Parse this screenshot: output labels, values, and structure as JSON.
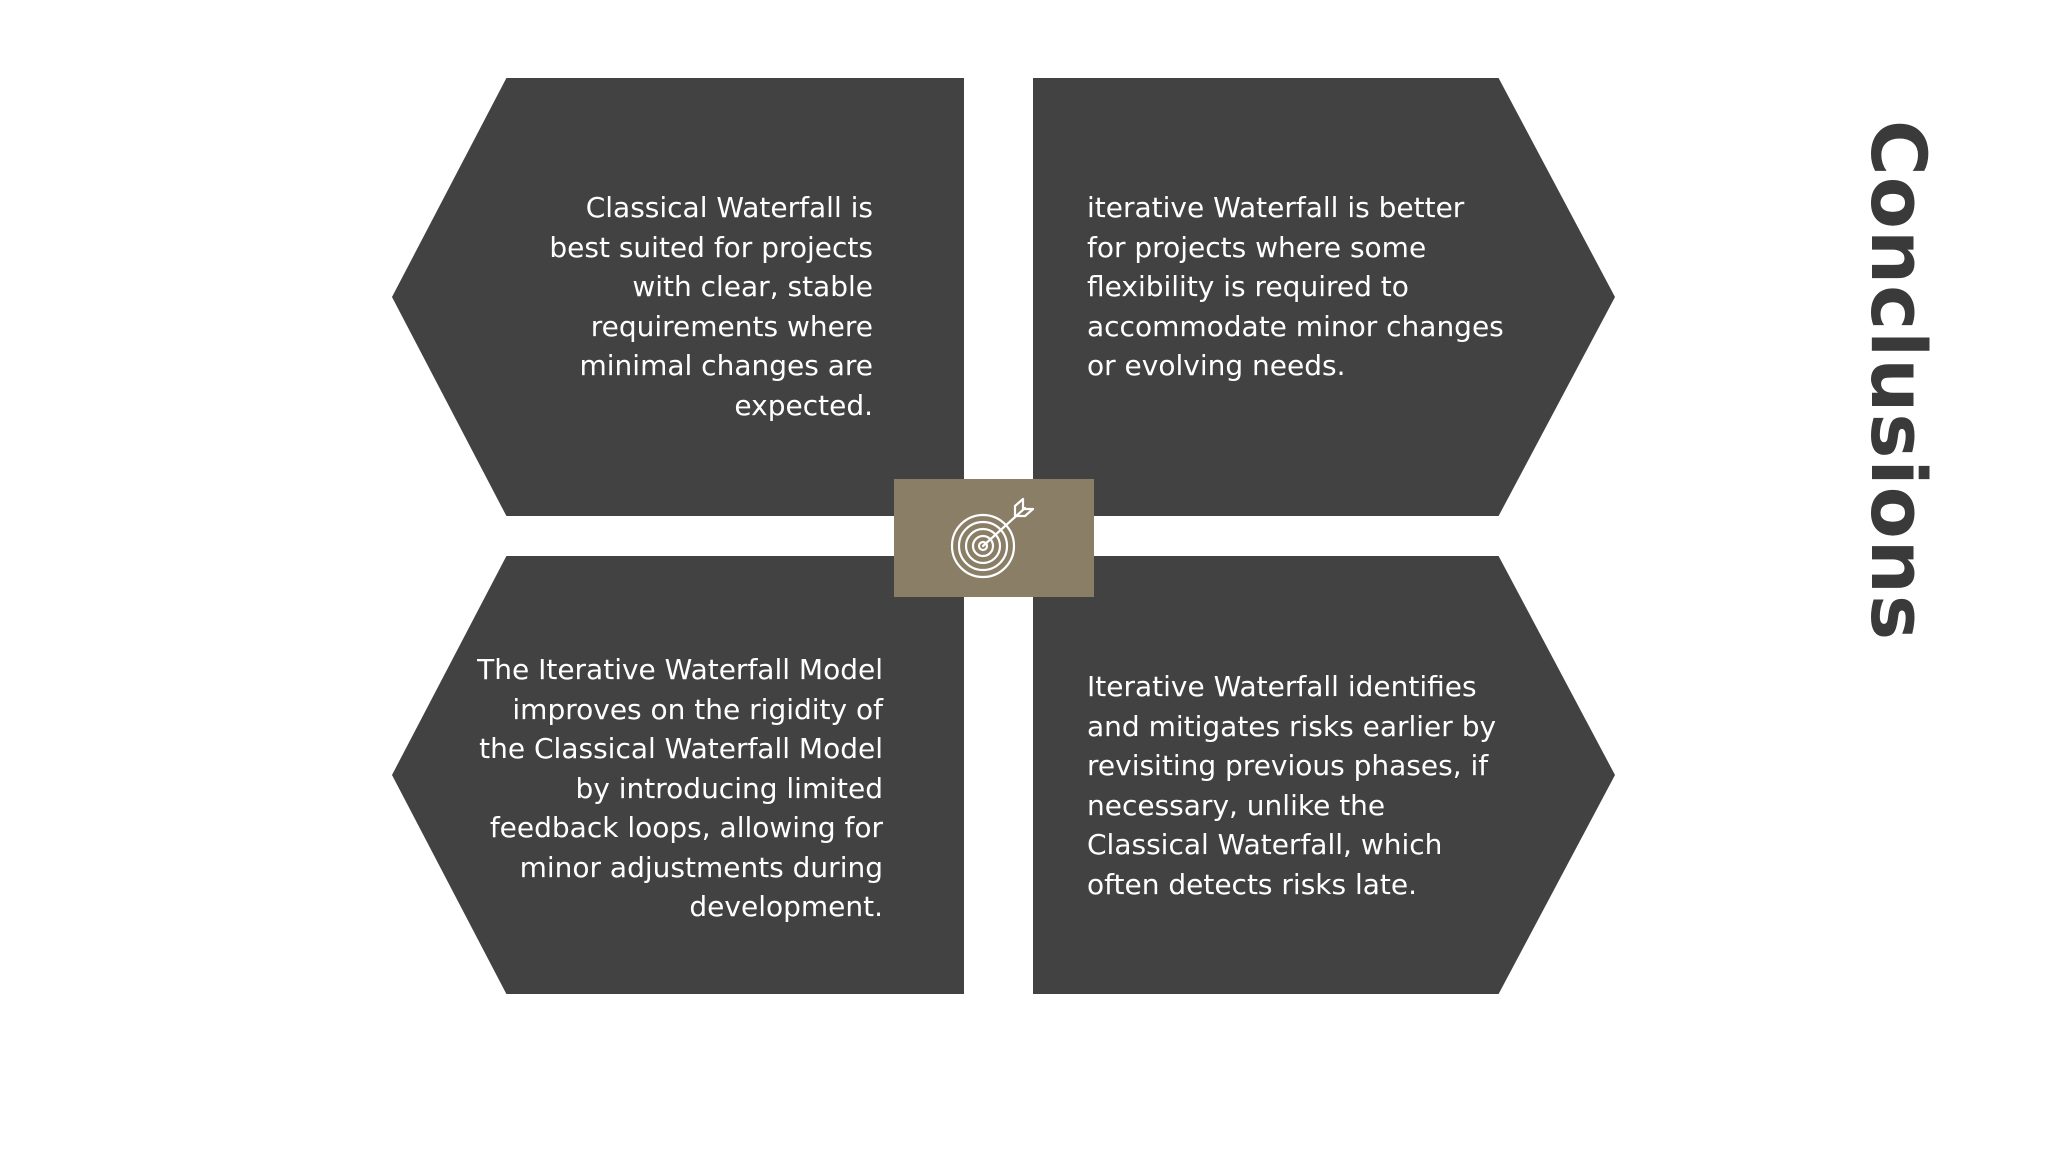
{
  "slide": {
    "title": "Conclusions",
    "colors": {
      "panel": "#424242",
      "accent": "#8a7e67",
      "title": "#3a3a3a",
      "background": "#ffffff",
      "text": "#ffffff"
    },
    "center_icon": "target-arrow-icon",
    "panels": {
      "top_left": "Classical Waterfall is best suited for projects with clear, stable requirements where minimal changes are expected.",
      "top_right": "iterative Waterfall is better for projects where some flexibility is required to accommodate minor changes or evolving needs.",
      "bottom_left": "The Iterative Waterfall Model improves on the rigidity of the Classical Waterfall Model by introducing limited feedback loops, allowing for minor adjustments during development.",
      "bottom_right": "Iterative Waterfall identifies and mitigates risks earlier by revisiting previous phases, if necessary, unlike the Classical Waterfall, which often detects risks late."
    }
  }
}
